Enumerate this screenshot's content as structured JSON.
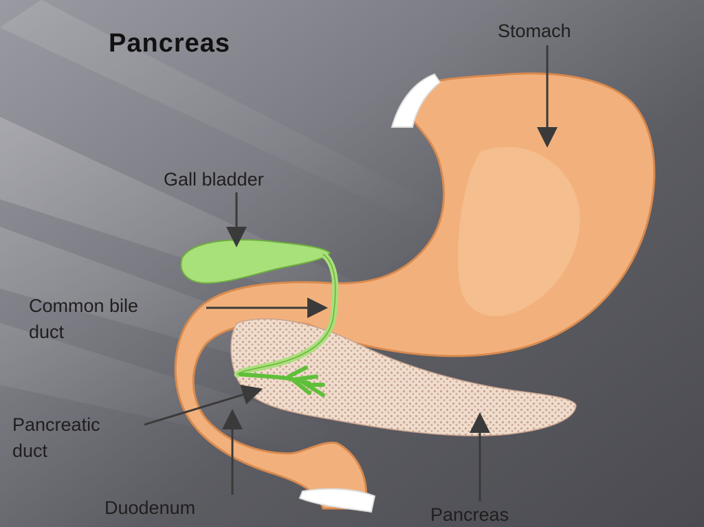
{
  "title": "Pancreas",
  "labels": {
    "stomach": "Stomach",
    "gall_bladder": "Gall bladder",
    "common_bile_duct_1": "Common bile",
    "common_bile_duct_2": "duct",
    "pancreatic_duct_1": "Pancreatic",
    "pancreatic_duct_2": "duct",
    "duodenum": "Duodenum",
    "pancreas": "Pancreas"
  },
  "colors": {
    "background_dark": "#4a4a50",
    "background_light": "#8a8a92",
    "stomach": "#f2b17c",
    "stomach_outline": "#d98a4e",
    "gall_bladder": "#a8e07a",
    "gall_bladder_outline": "#6fae3f",
    "pancreas_fill": "#ecd6c6",
    "pancreas_dots": "#c9a48f",
    "arrow": "#3a3a3a",
    "tissue_white": "#ffffff"
  }
}
